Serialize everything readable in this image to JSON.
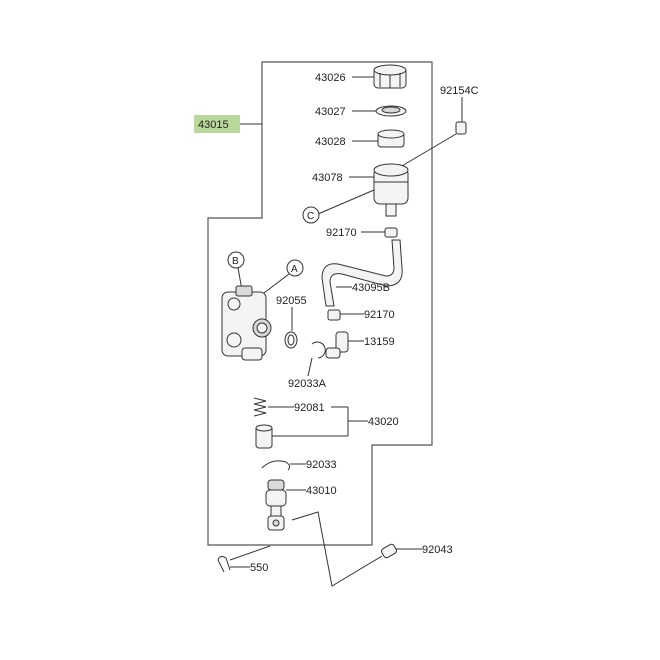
{
  "parts": {
    "p43015": "43015",
    "p43026": "43026",
    "p43027": "43027",
    "p43028": "43028",
    "p92154C": "92154C",
    "p43078": "43078",
    "p92170a": "92170",
    "p43095B": "43095B",
    "p92055": "92055",
    "p92170b": "92170",
    "p13159": "13159",
    "p92033A": "92033A",
    "p92081": "92081",
    "p43020": "43020",
    "p92033": "92033",
    "p43010": "43010",
    "p92043": "92043",
    "p550": "550"
  },
  "callouts": {
    "a": "A",
    "b": "B",
    "c": "C"
  },
  "colors": {
    "highlight": "#b9d99a"
  }
}
